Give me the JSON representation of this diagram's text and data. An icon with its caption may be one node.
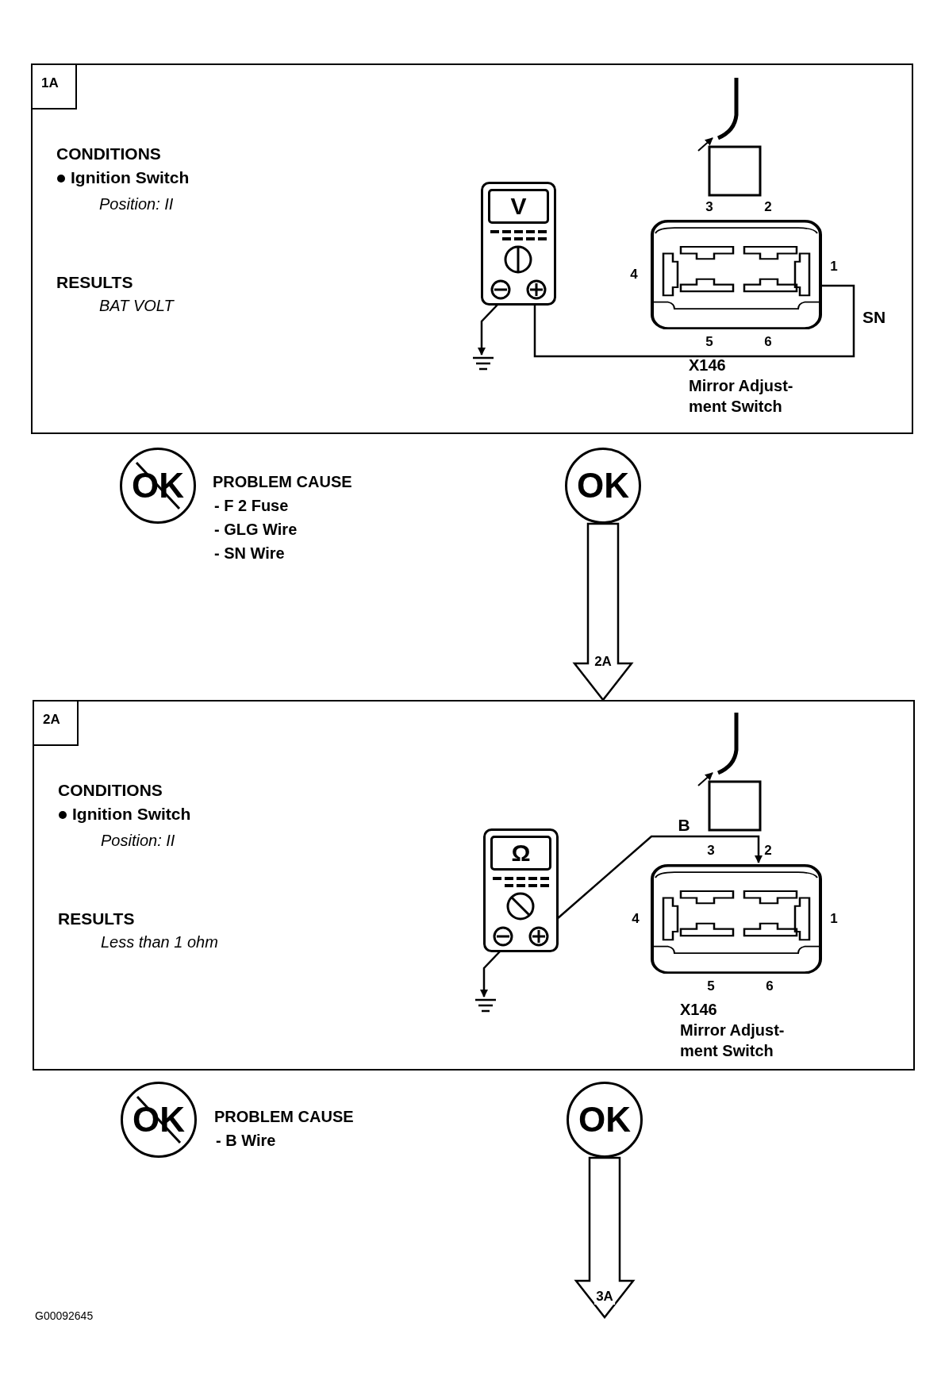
{
  "diagram": {
    "nodes": [
      {
        "text": [
          "1A",
          "CONDITIONS",
          "Ignition Switch",
          "Position: II",
          "RESULTS",
          "BAT VOLT"
        ]
      },
      {
        "text": [
          "V"
        ],
        "in": 0
      },
      {
        "text": [],
        "shape": "ground",
        "in": 0
      },
      {
        "text": [
          "X146",
          "Mirror Adjust- ment Switch"
        ],
        "in": 0
      },
      {
        "text": [
          "OK"
        ],
        "beside": [
          "PROBLEM CAUSE",
          "- F 2 Fuse",
          "- GLG Wire",
          "- SN Wire"
        ]
      },
      {
        "text": [
          "OK"
        ]
      },
      {
        "text": [
          "2A",
          "CONDITIONS",
          "Ignition Switch",
          "Position: II",
          "RESULTS",
          "Less than 1 ohm"
        ]
      },
      {
        "text": [
          "Ω"
        ],
        "in": 6
      },
      {
        "text": [],
        "shape": "ground",
        "in": 6
      },
      {
        "text": [
          "X146",
          "Mirror Adjust- ment Switch"
        ],
        "in": 6
      },
      {
        "text": [
          "OK"
        ],
        "beside": [
          "PROBLEM CAUSE",
          "- B Wire"
        ]
      },
      {
        "text": [
          "OK"
        ]
      }
    ],
    "edges": [
      {
        "from": 1,
        "to": 2,
        "arrow": "to"
      },
      {
        "from": 1,
        "to": 3,
        "arrow": "none",
        "label": "SN"
      },
      {
        "from": 5,
        "to": 6,
        "arrow": "to",
        "label": "2A",
        "style": "thick"
      },
      {
        "from": 7,
        "to": 8,
        "arrow": "to"
      },
      {
        "from": 7,
        "to": 9,
        "arrow": "to",
        "label": "B"
      },
      {
        "from": 11,
        "to": null,
        "arrow": "to",
        "label": "3A",
        "style": "thick"
      }
    ],
    "labels": [
      "3",
      "2",
      "4",
      "1",
      "5",
      "6",
      "3",
      "2",
      "4",
      "1",
      "5",
      "6",
      "G00092645"
    ]
  }
}
